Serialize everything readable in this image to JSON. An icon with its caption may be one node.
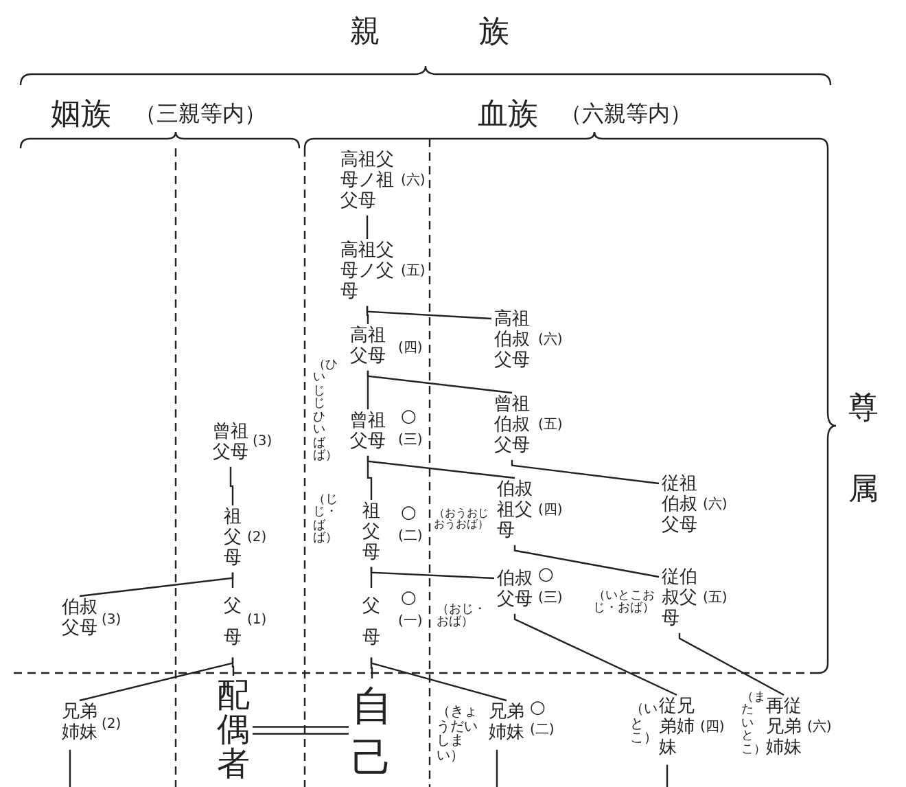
{
  "diagram": {
    "title": "親族",
    "nodes": [
      {
        "text": [
          "高祖父母ノ祖父母"
        ],
        "beside": [
          "(六)"
        ]
      },
      {
        "text": [
          "高祖父母ノ父母"
        ],
        "beside": [
          "(五)"
        ]
      },
      {
        "text": [
          "高祖父母"
        ],
        "beside": [
          "(四)"
        ]
      },
      {
        "text": [
          "曾祖父母"
        ],
        "beside": [
          "○",
          "(三)",
          "（ひいじじひいばば）"
        ]
      },
      {
        "text": [
          "祖父母"
        ],
        "beside": [
          "○",
          "(二)",
          "（じじ・ばば）"
        ]
      },
      {
        "text": [
          "父母"
        ],
        "beside": [
          "○",
          "(一)"
        ]
      },
      {
        "text": [
          "自己"
        ]
      },
      {
        "text": [
          "高祖伯叔父母"
        ],
        "beside": [
          "(六)"
        ]
      },
      {
        "text": [
          "曾祖伯叔父母"
        ],
        "beside": [
          "(五)"
        ]
      },
      {
        "text": [
          "伯叔祖父母"
        ],
        "beside": [
          "(四)",
          "（おうおじおうおば）"
        ]
      },
      {
        "text": [
          "伯叔父母"
        ],
        "beside": [
          "○",
          "(三)",
          "（おじ・おば）"
        ]
      },
      {
        "text": [
          "従祖伯叔父母"
        ],
        "beside": [
          "(六)"
        ]
      },
      {
        "text": [
          "従伯叔父母"
        ],
        "beside": [
          "(五)",
          "（いとこおじ・おば）"
        ]
      },
      {
        "text": [
          "兄弟姉妹"
        ],
        "beside": [
          "○",
          "(二)",
          "（きょうだいしまい）"
        ]
      },
      {
        "text": [
          "従兄弟姉妹"
        ],
        "beside": [
          "(四)",
          "（いとこ）"
        ]
      },
      {
        "text": [
          "再従兄弟姉妹"
        ],
        "beside": [
          "(六)",
          "（またいとこ）"
        ]
      },
      {
        "text": [
          "曾祖父母"
        ],
        "beside": [
          "(3)"
        ]
      },
      {
        "text": [
          "祖父母"
        ],
        "beside": [
          "(2)"
        ]
      },
      {
        "text": [
          "父母"
        ],
        "beside": [
          "(1)"
        ]
      },
      {
        "text": [
          "伯叔父母"
        ],
        "beside": [
          "(3)"
        ]
      },
      {
        "text": [
          "配偶者"
        ]
      },
      {
        "text": [
          "兄弟姉妹"
        ],
        "beside": [
          "(2)"
        ]
      }
    ],
    "edges": [
      {
        "from": 0,
        "to": 1,
        "arrow": "none"
      },
      {
        "from": 1,
        "to": 2,
        "arrow": "none"
      },
      {
        "from": 1,
        "to": 7,
        "arrow": "none"
      },
      {
        "from": 2,
        "to": 3,
        "arrow": "none"
      },
      {
        "from": 2,
        "to": 8,
        "arrow": "none"
      },
      {
        "from": 3,
        "to": 4,
        "arrow": "none"
      },
      {
        "from": 3,
        "to": 9,
        "arrow": "none"
      },
      {
        "from": 4,
        "to": 5,
        "arrow": "none"
      },
      {
        "from": 4,
        "to": 10,
        "arrow": "none"
      },
      {
        "from": 5,
        "to": 6,
        "arrow": "none"
      },
      {
        "from": 5,
        "to": 13,
        "arrow": "none"
      },
      {
        "from": 8,
        "to": 11,
        "arrow": "none"
      },
      {
        "from": 9,
        "to": 12,
        "arrow": "none"
      },
      {
        "from": 10,
        "to": 14,
        "arrow": "none"
      },
      {
        "from": 12,
        "to": 15,
        "arrow": "none"
      },
      {
        "from": 16,
        "to": 17,
        "arrow": "none"
      },
      {
        "from": 17,
        "to": 18,
        "arrow": "none"
      },
      {
        "from": 17,
        "to": 19,
        "arrow": "none"
      },
      {
        "from": 18,
        "to": 20,
        "arrow": "none"
      },
      {
        "from": 18,
        "to": 21,
        "arrow": "none"
      },
      {
        "from": 20,
        "to": 6,
        "arrow": "none"
      },
      {
        "from": 21,
        "to": null,
        "arrow": "none"
      },
      {
        "from": 13,
        "to": null,
        "arrow": "none"
      },
      {
        "from": 14,
        "to": null,
        "arrow": "none"
      }
    ],
    "labels": [
      "姻族",
      "（三親等内）",
      "血族",
      "（六親等内）",
      "尊属"
    ]
  }
}
